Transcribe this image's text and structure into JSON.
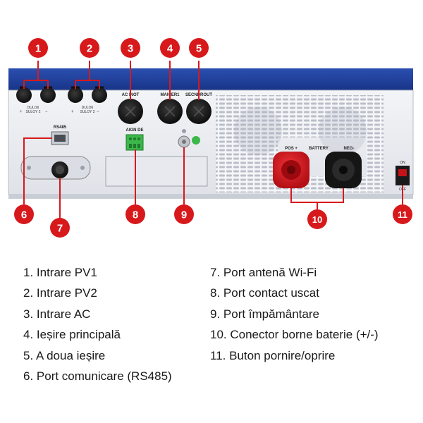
{
  "panel": {
    "pv1_label": "DULO6",
    "pv1_sublabel": "SULOY 2",
    "pv2_label": "DULO6",
    "pv2_sublabel": "SULOY 2",
    "ac_input_label": "AC INOT",
    "main_output_label": "MANIER1",
    "second_output_label": "SECNDROUT",
    "rs485_label": "RS485",
    "dry_contact_label": "AIGN DE",
    "battery_label": "BATTERY",
    "pos_label": "POS +",
    "neg_label": "NEG-",
    "switch_on_label": "ON",
    "switch_off_label": "OFF"
  },
  "callouts": [
    {
      "number": "1"
    },
    {
      "number": "2"
    },
    {
      "number": "3"
    },
    {
      "number": "4"
    },
    {
      "number": "5"
    },
    {
      "number": "6"
    },
    {
      "number": "7"
    },
    {
      "number": "8"
    },
    {
      "number": "9"
    },
    {
      "number": "10"
    },
    {
      "number": "11"
    }
  ],
  "legend": {
    "left": [
      "1. Intrare PV1",
      "2. Intrare PV2",
      "3. Intrare AC",
      "4. Ieșire principală",
      "5. A doua ieșire",
      "6. Port comunicare (RS485)"
    ],
    "right": [
      "7. Port antenă Wi-Fi",
      "8. Port contact uscat",
      "9. Port împământare",
      "10. Conector borne baterie (+/-)",
      "11. Buton pornire/oprire"
    ]
  },
  "colors": {
    "callout_red": "#d7191c",
    "panel_blue": "#1f3f9a",
    "panel_body": "#eceef2",
    "battery_pos": "#d9151b",
    "terminal_green": "#3cb84a"
  }
}
